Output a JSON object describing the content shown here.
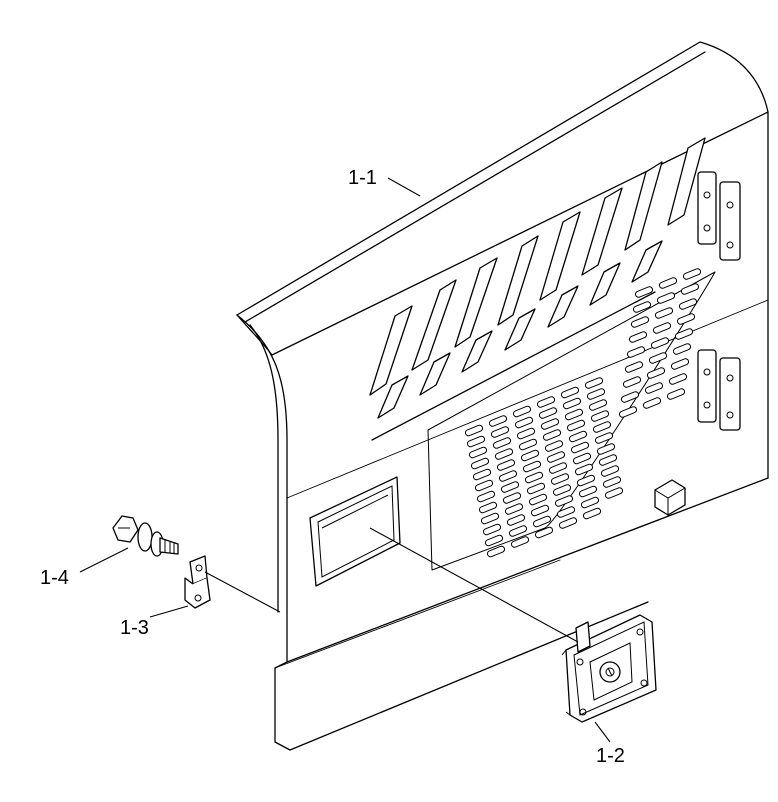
{
  "callouts": {
    "c11": "1-1",
    "c12": "1-2",
    "c13": "1-3",
    "c14": "1-4"
  }
}
